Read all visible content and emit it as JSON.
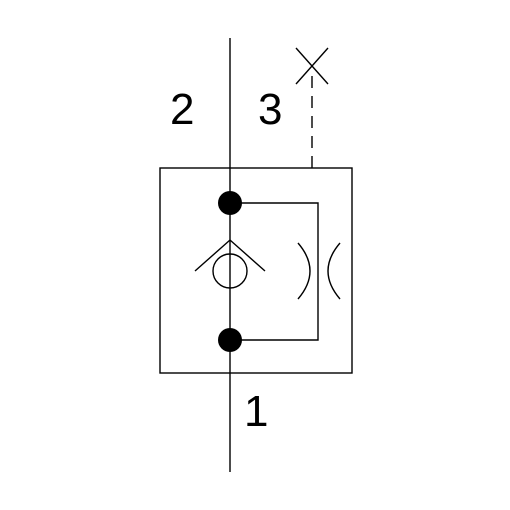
{
  "diagram": {
    "port_labels": {
      "port_2": "2",
      "port_3": "3",
      "port_1": "1"
    },
    "colors": {
      "line": "#000000",
      "background": "#ffffff"
    },
    "symbols": [
      "check-valve",
      "orifice-restriction",
      "junction-dot",
      "plugged-port-cross"
    ]
  }
}
